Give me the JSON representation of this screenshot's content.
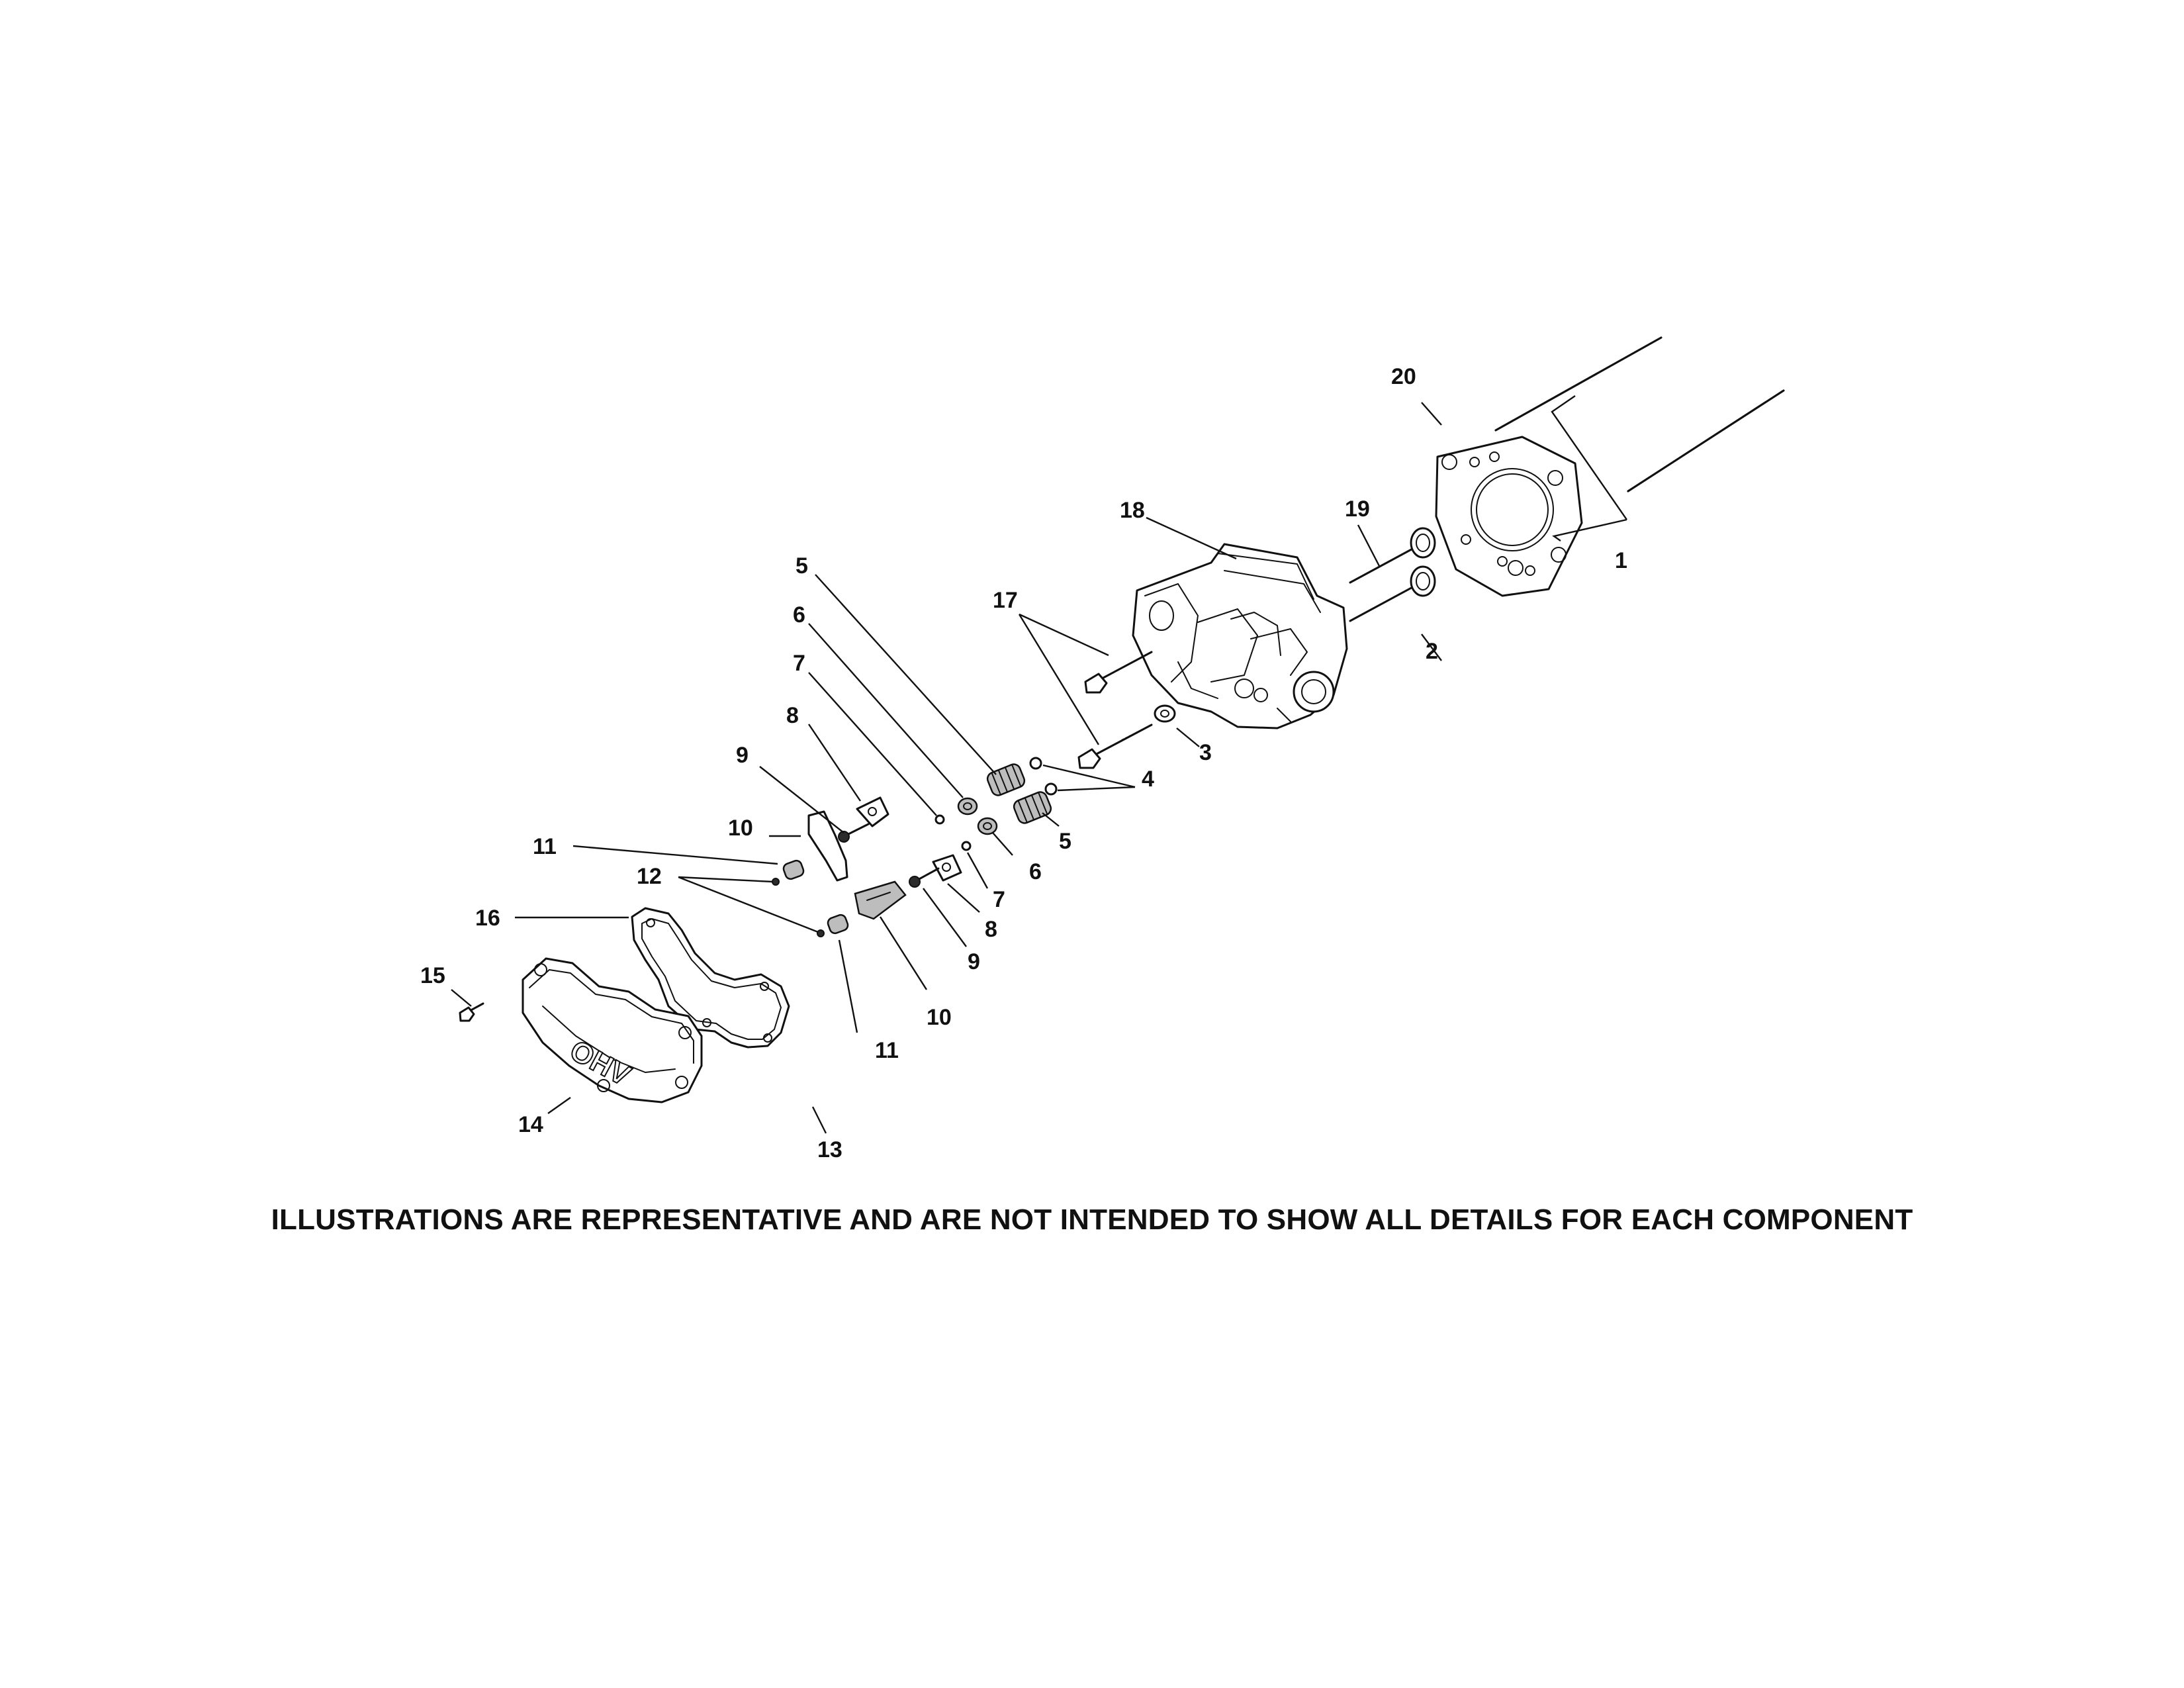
{
  "callouts": {
    "c1": "1",
    "c2": "2",
    "c3": "3",
    "c4": "4",
    "c5a": "5",
    "c5b": "5",
    "c6a": "6",
    "c6b": "6",
    "c7a": "7",
    "c7b": "7",
    "c8a": "8",
    "c8b": "8",
    "c9a": "9",
    "c9b": "9",
    "c10a": "10",
    "c10b": "10",
    "c11a": "11",
    "c11b": "11",
    "c12": "12",
    "c13": "13",
    "c14": "14",
    "c15": "15",
    "c16": "16",
    "c17": "17",
    "c18": "18",
    "c19": "19",
    "c20": "20"
  },
  "valve_cover_emboss": "OHV",
  "disclaimer": "ILLUSTRATIONS ARE REPRESENTATIVE AND ARE NOT INTENDED TO SHOW ALL DETAILS FOR EACH COMPONENT"
}
